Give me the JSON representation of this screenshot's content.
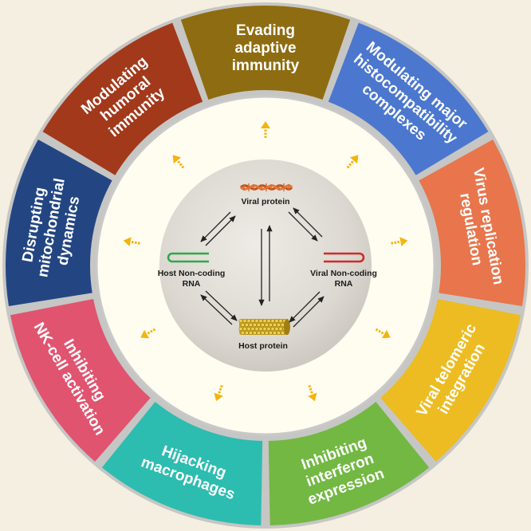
{
  "center": {
    "viral_protein": "Viral protein",
    "host_ncrna": [
      "Host Non-coding",
      "RNA"
    ],
    "viral_ncrna": [
      "Viral  Non-coding",
      "RNA"
    ],
    "host_protein": "Host protein"
  },
  "segments": [
    {
      "id": "evading-adaptive-immunity",
      "lines": [
        "Evading",
        "adaptive",
        "immunity"
      ],
      "color": "#8e6c11"
    },
    {
      "id": "modulating-mhc",
      "lines": [
        "Modulating major",
        "histocompatibility",
        "complexes"
      ],
      "color": "#4b77cf"
    },
    {
      "id": "virus-replication-regulation",
      "lines": [
        "Virus replication",
        "regulation"
      ],
      "color": "#e8754c"
    },
    {
      "id": "viral-telomeric-integration",
      "lines": [
        "Viral telomeric",
        "integration"
      ],
      "color": "#ecbc22"
    },
    {
      "id": "inhibiting-interferon-expression",
      "lines": [
        "Inhibiting",
        "interferon",
        "expression"
      ],
      "color": "#72b843"
    },
    {
      "id": "hijacking-macrophages",
      "lines": [
        "Hijacking",
        "macrophages"
      ],
      "color": "#2dbcb0"
    },
    {
      "id": "inhibiting-nk-cell-activation",
      "lines": [
        "Inhibiting",
        "NK-cell activation"
      ],
      "color": "#e05470"
    },
    {
      "id": "disrupting-mitochondrial-dynamics",
      "lines": [
        "Disrupting",
        "mitochondrial",
        "dynamics"
      ],
      "color": "#234683"
    },
    {
      "id": "modulating-humoral-immunity",
      "lines": [
        "Modulating",
        "humoral",
        "immunity"
      ],
      "color": "#a2391b"
    }
  ],
  "colors": {
    "background": "#f4efe1",
    "ring_gap": "#bfc0c0",
    "inner_ring": "#fffcf0",
    "center_disc": "#dcd8d1",
    "arrow": "#f2b40f"
  }
}
